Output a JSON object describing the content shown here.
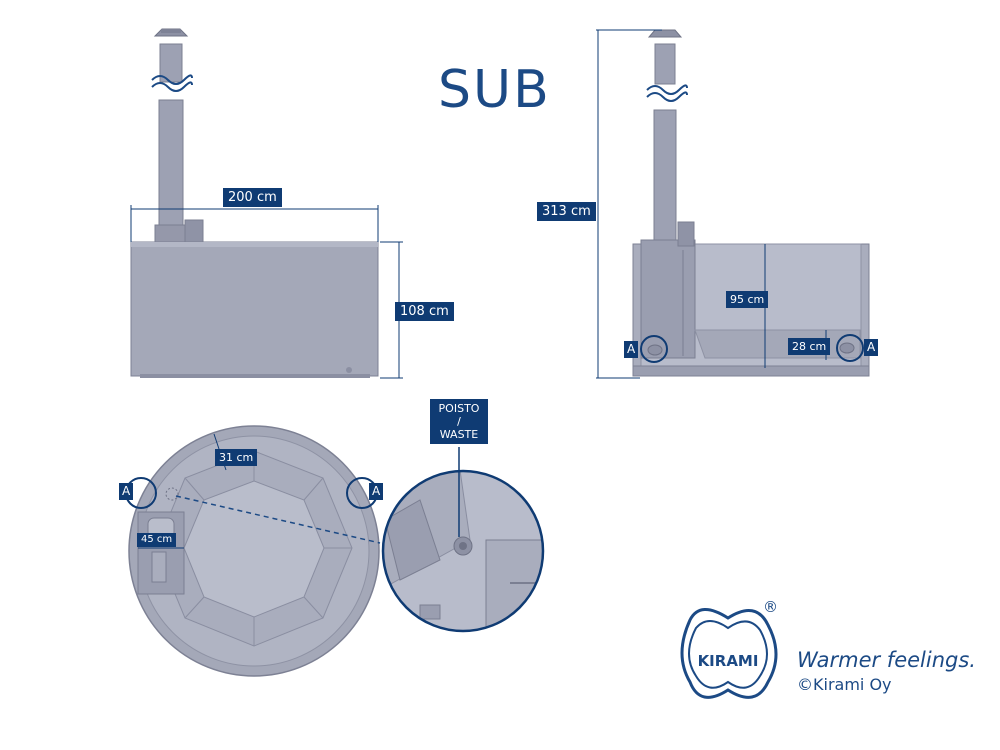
{
  "title": "SUB",
  "dimensions": {
    "width": "200 cm",
    "height": "108 cm",
    "total_height": "313 cm",
    "water_depth": "95 cm",
    "drain_height": "28 cm",
    "bench_width": "31 cm",
    "heater_width": "45 cm"
  },
  "markers": {
    "a": "A"
  },
  "waste": {
    "line1": "POISTO",
    "line2": "/",
    "line3": "WASTE"
  },
  "brand": {
    "logo_text": "KIRAMI",
    "registered": "®",
    "tagline": "Warmer feelings.",
    "copyright": "©Kirami Oy"
  },
  "colors": {
    "accent": "#0f3b73",
    "title": "#1c4a85",
    "body_fill": "#a4a8b8"
  }
}
